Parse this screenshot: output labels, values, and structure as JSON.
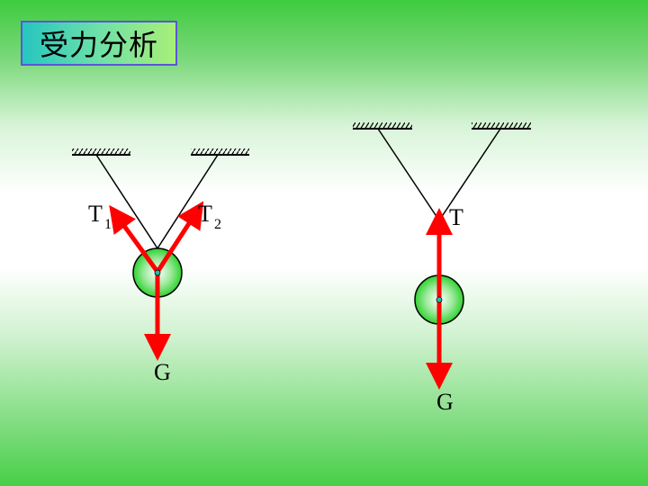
{
  "title": "受力分析",
  "left_diagram": {
    "label_t1": "T",
    "label_t1_sub": "1",
    "label_t2": "T",
    "label_t2_sub": "2",
    "label_g": "G"
  },
  "right_diagram": {
    "label_t": "T",
    "label_g": "G"
  },
  "colors": {
    "arrow": "#ff0000",
    "ball_edge": "#000000",
    "ball_fill": "#33d633",
    "ball_center": "#ffffff",
    "title_border": "#5a55d8"
  }
}
